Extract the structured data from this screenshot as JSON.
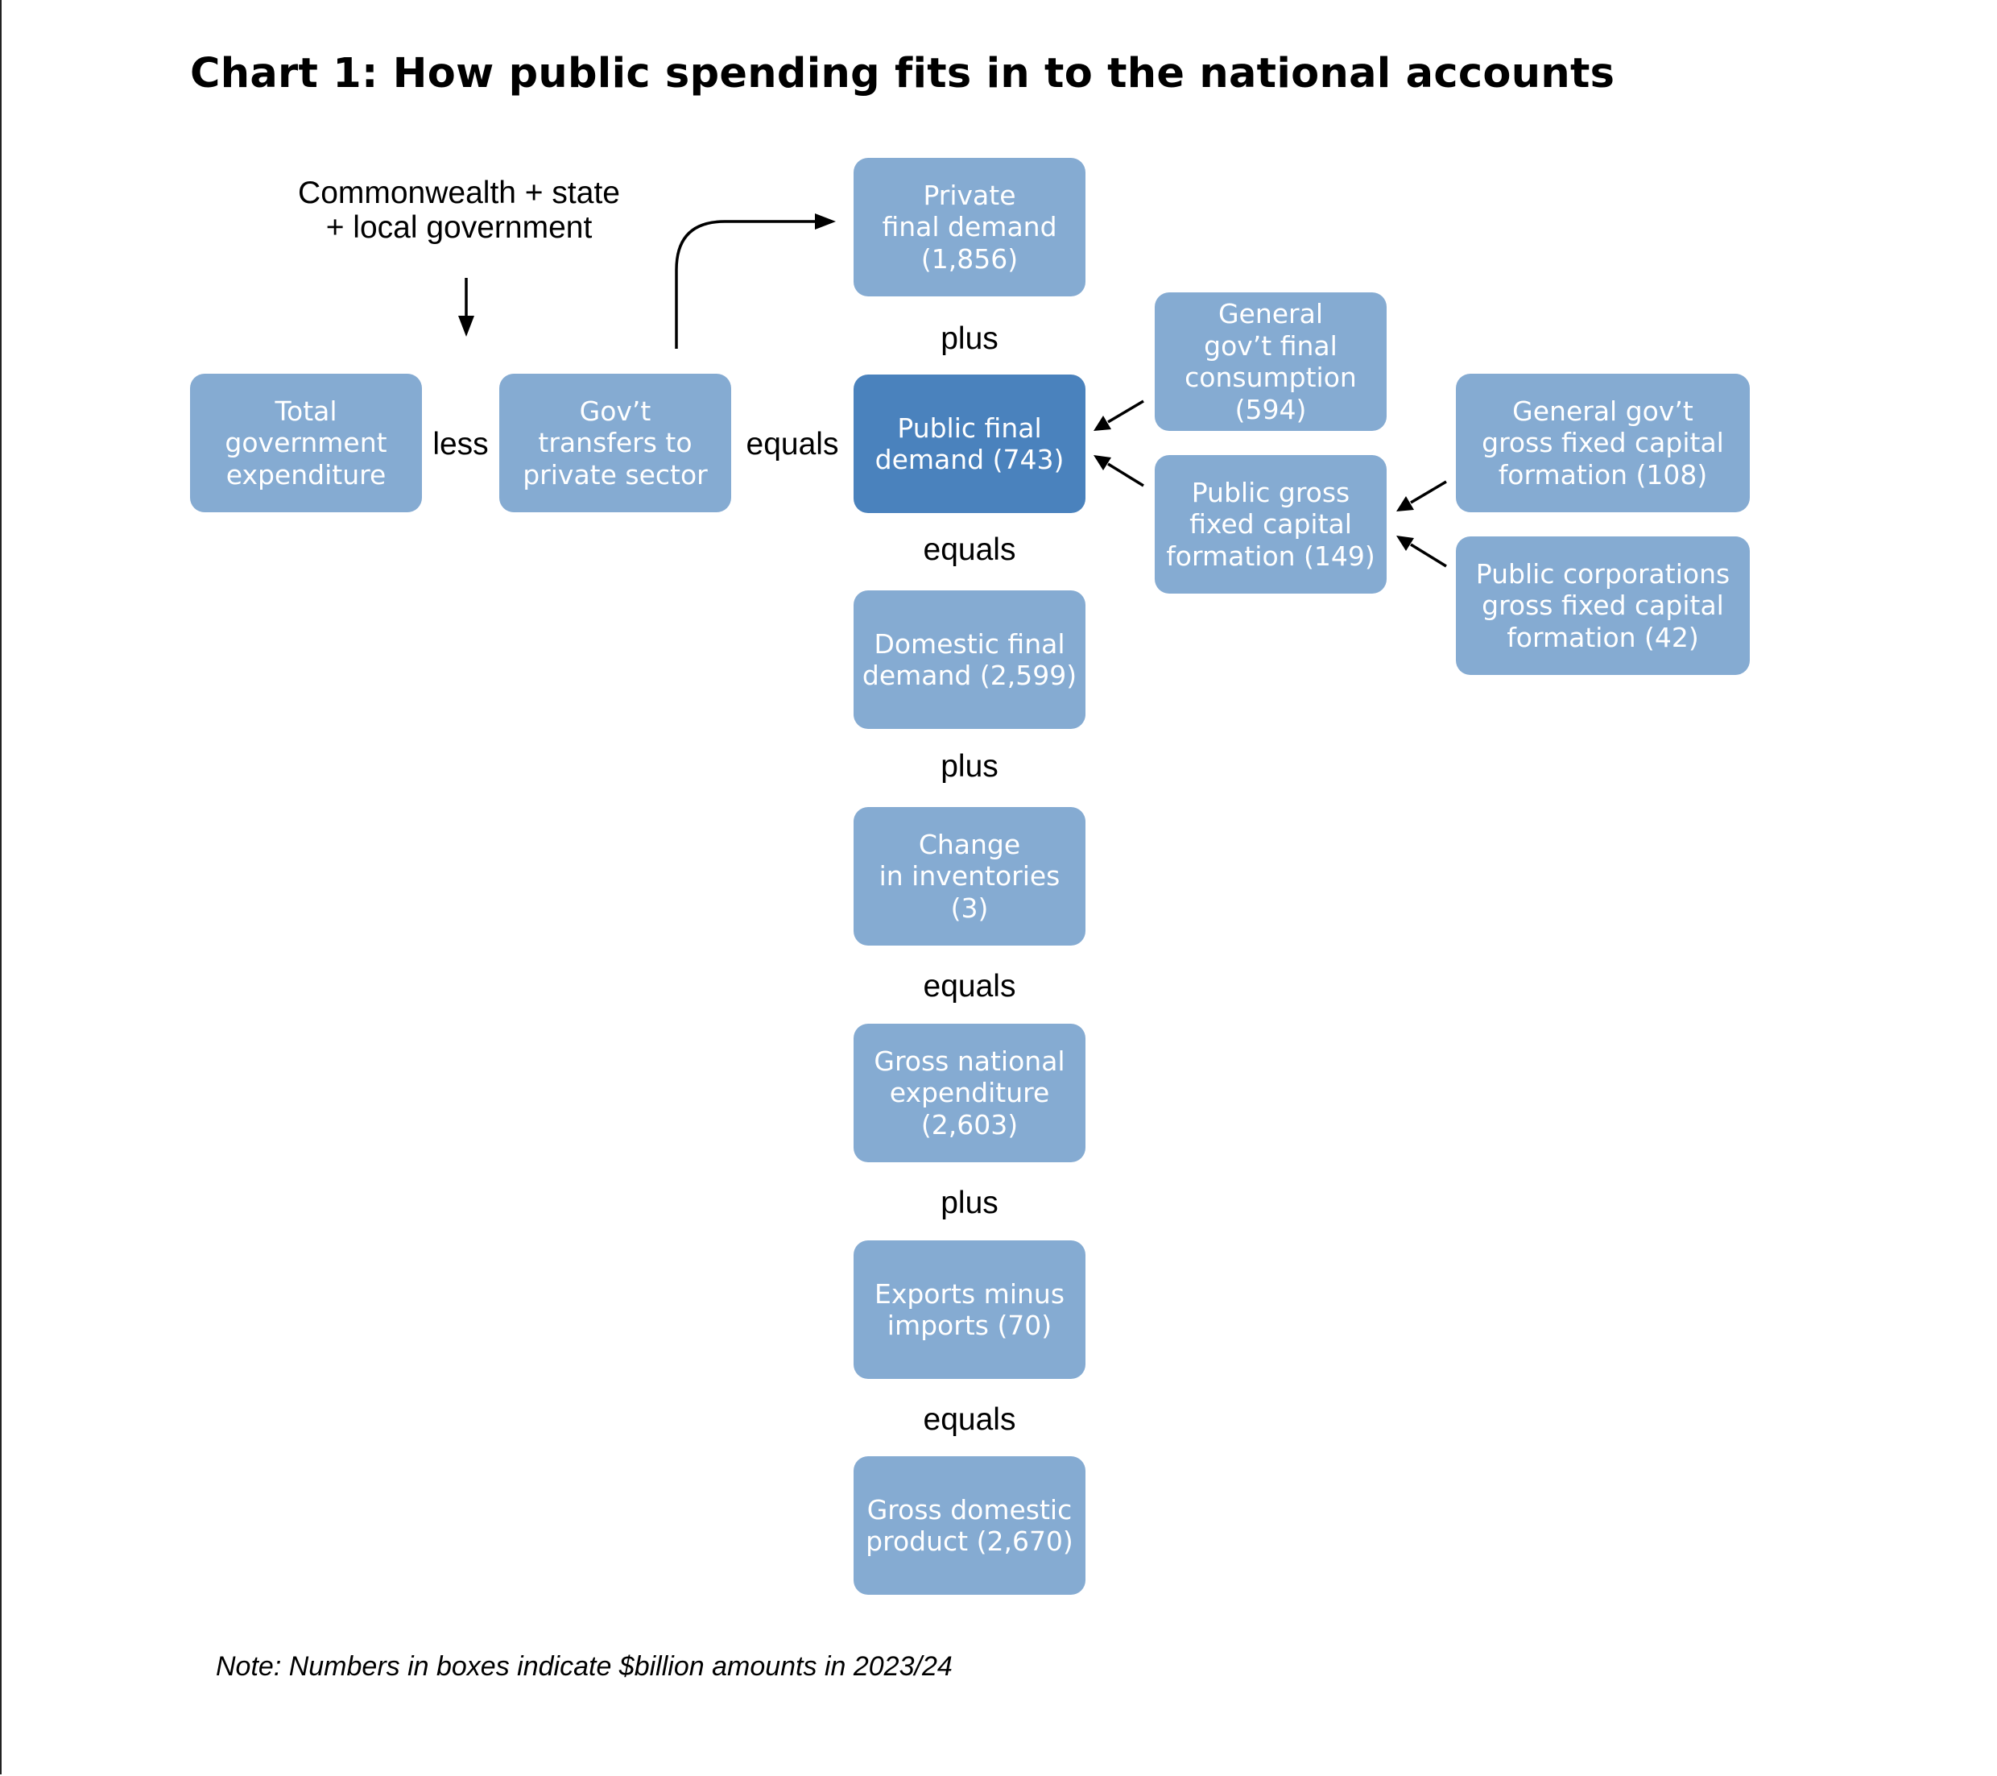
{
  "title": "Chart 1: How public spending fits in to the national accounts",
  "source_label": "Commonwealth + state\n+ local government",
  "boxes": {
    "total_gov_exp": "Total\ngovernment\nexpenditure",
    "gov_transfers": "Gov’t\ntransfers to\nprivate sector",
    "private_final_demand": "Private\nfinal demand\n(1,856)",
    "public_final_demand": "Public final\ndemand (743)",
    "general_gov_final_consumption": "General\ngov’t final\nconsumption\n(594)",
    "public_gfcf": "Public gross\nfixed capital\nformation (149)",
    "general_gov_gfcf": "General gov’t\ngross fixed capital\nformation (108)",
    "public_corp_gfcf": "Public corporations\ngross fixed capital\nformation (42)",
    "domestic_final_demand": "Domestic final\ndemand (2,599)",
    "change_in_inventories": "Change\nin inventories\n(3)",
    "gross_national_expenditure": "Gross national\nexpenditure\n(2,603)",
    "exports_minus_imports": "Exports minus\nimports (70)",
    "gdp": "Gross domestic\nproduct (2,670)"
  },
  "operators": {
    "less": "less",
    "equals_row": "equals",
    "plus_1": "plus",
    "equals_1": "equals",
    "plus_2": "plus",
    "equals_2": "equals",
    "plus_3": "plus",
    "equals_3": "equals"
  },
  "note": "Note: Numbers in boxes indicate $billion amounts in 2023/24",
  "colors": {
    "box": "#85abd2",
    "box_highlight": "#4a82bd",
    "box_text": "#ffffff",
    "arrow": "#000000"
  }
}
